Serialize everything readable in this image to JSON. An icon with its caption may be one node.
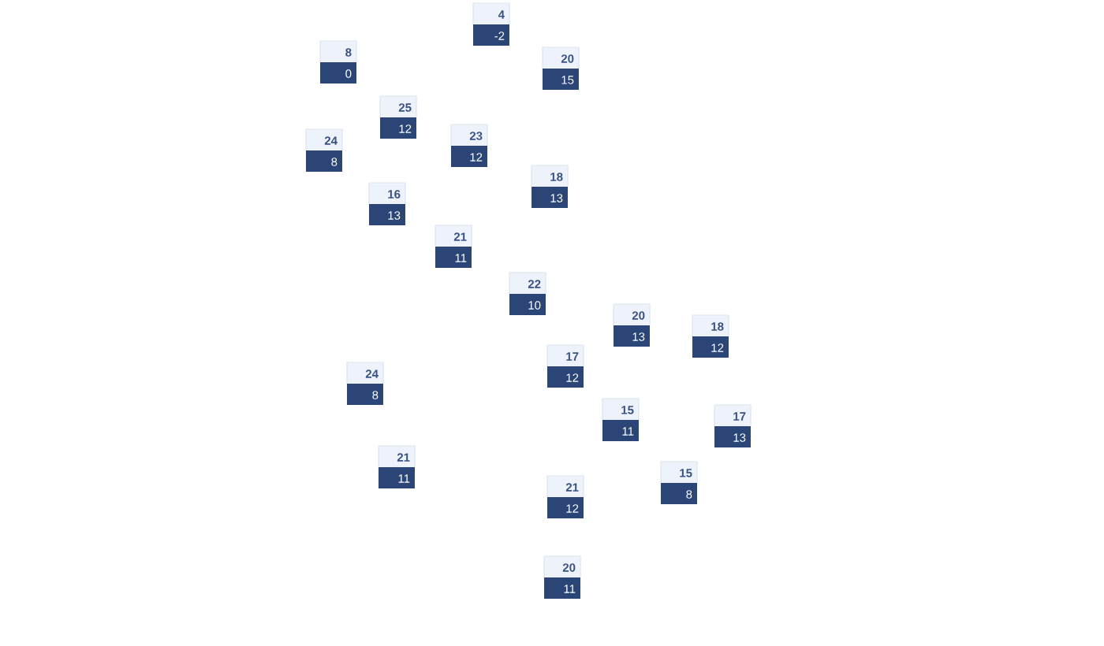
{
  "diagram": {
    "nodes": [
      {
        "text": [
          "4",
          "-2"
        ]
      },
      {
        "text": [
          "8",
          "0"
        ]
      },
      {
        "text": [
          "20",
          "15"
        ]
      },
      {
        "text": [
          "25",
          "12"
        ]
      },
      {
        "text": [
          "23",
          "12"
        ]
      },
      {
        "text": [
          "24",
          "8"
        ]
      },
      {
        "text": [
          "18",
          "13"
        ]
      },
      {
        "text": [
          "16",
          "13"
        ]
      },
      {
        "text": [
          "21",
          "11"
        ]
      },
      {
        "text": [
          "22",
          "10"
        ]
      },
      {
        "text": [
          "20",
          "13"
        ]
      },
      {
        "text": [
          "18",
          "12"
        ]
      },
      {
        "text": [
          "17",
          "12"
        ]
      },
      {
        "text": [
          "24",
          "8"
        ]
      },
      {
        "text": [
          "15",
          "11"
        ]
      },
      {
        "text": [
          "17",
          "13"
        ]
      },
      {
        "text": [
          "21",
          "11"
        ]
      },
      {
        "text": [
          "15",
          "8"
        ]
      },
      {
        "text": [
          "21",
          "12"
        ]
      },
      {
        "text": [
          "20",
          "11"
        ]
      }
    ]
  }
}
